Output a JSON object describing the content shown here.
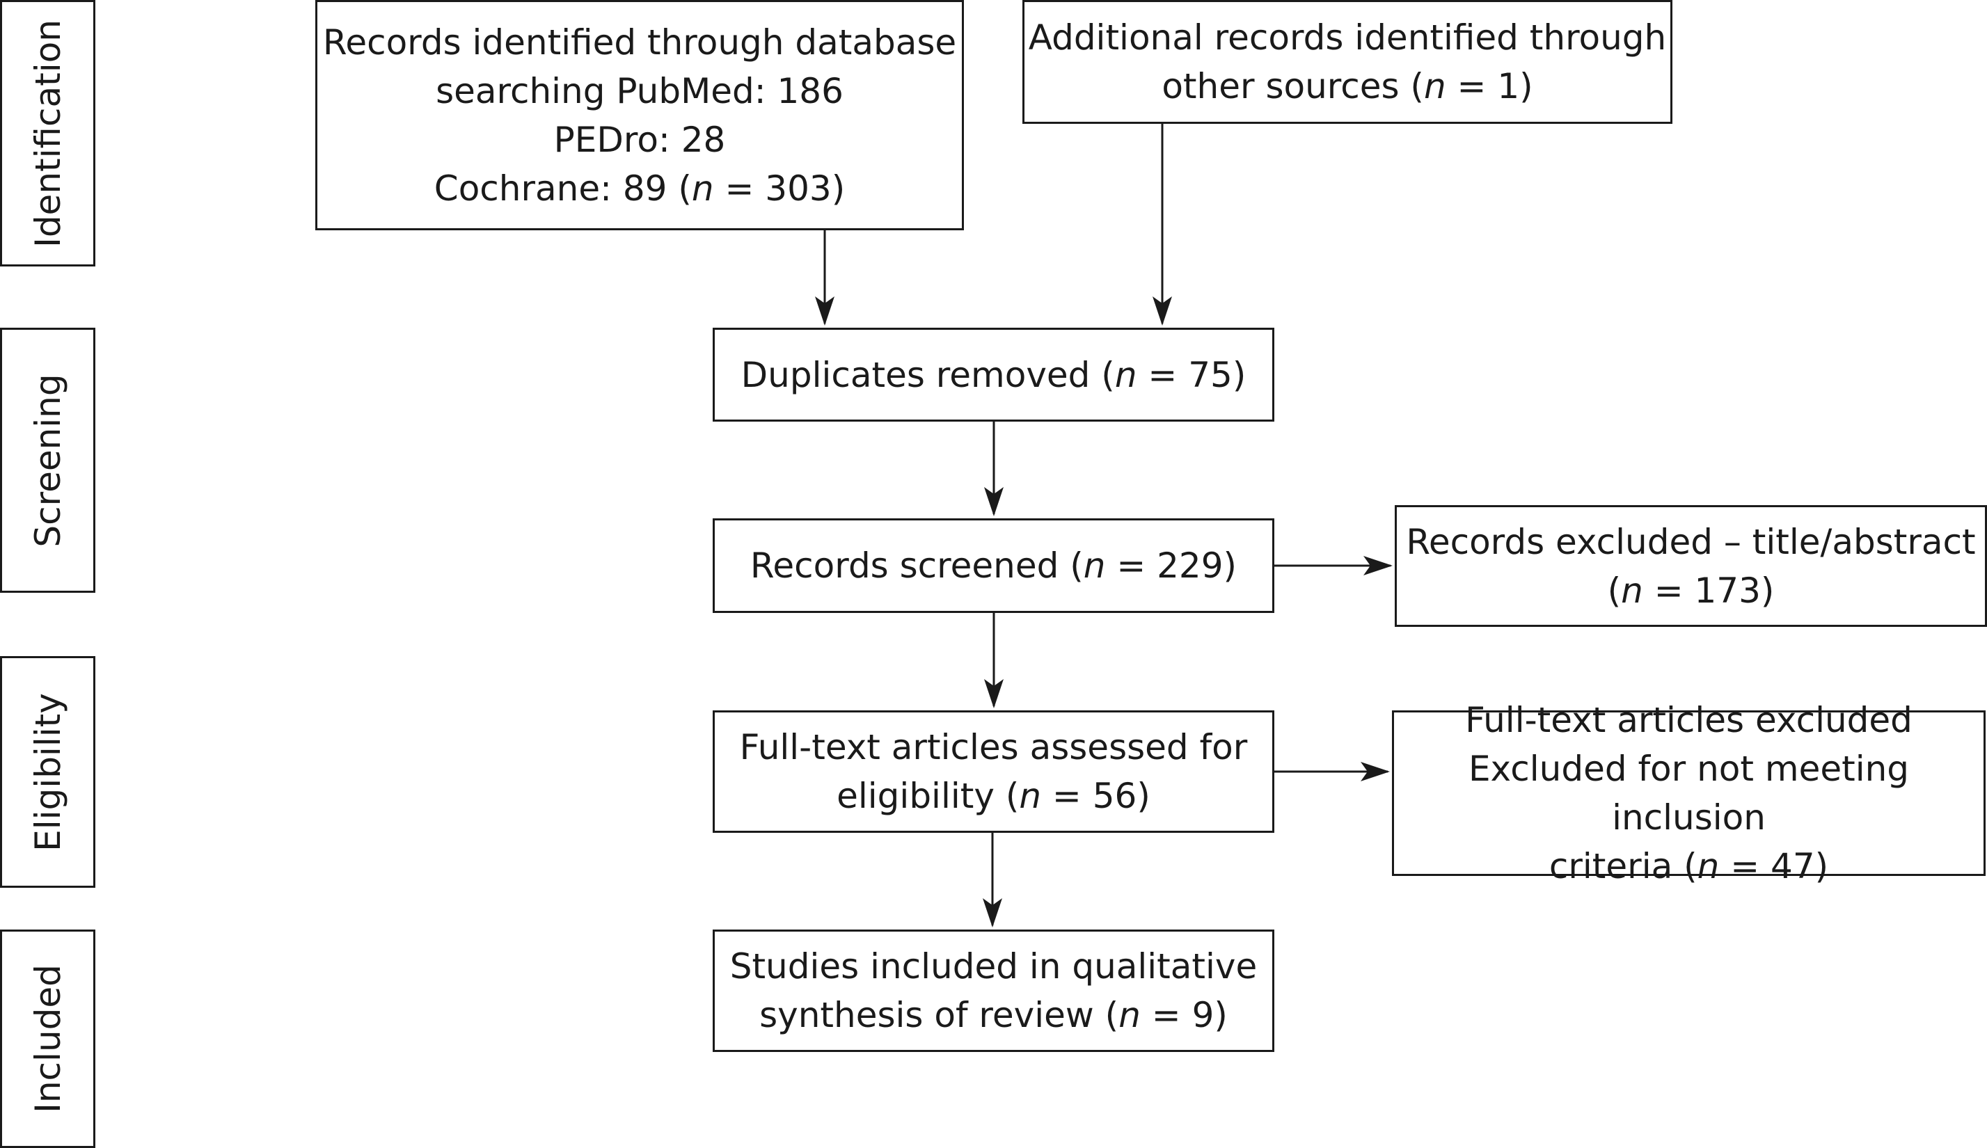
{
  "stages": [
    {
      "id": "identification",
      "label": "Identification"
    },
    {
      "id": "screening",
      "label": "Screening"
    },
    {
      "id": "eligibility",
      "label": "Eligibility"
    },
    {
      "id": "included",
      "label": "Included"
    }
  ],
  "boxes": {
    "database_search": {
      "line1": "Records identified through database",
      "line2": "searching PubMed: 186",
      "line3": "PEDro: 28",
      "line4_prefix": "Cochrane: 89 (",
      "line4_n": "n",
      "line4_suffix": " = 303)"
    },
    "other_sources": {
      "line1": "Additional records identified through",
      "line2_prefix": "other sources (",
      "line2_n": "n",
      "line2_suffix": " = 1)"
    },
    "duplicates_removed": {
      "line1_prefix": "Duplicates removed (",
      "line1_n": "n",
      "line1_suffix": " = 75)"
    },
    "records_screened": {
      "line1_prefix": "Records screened (",
      "line1_n": "n",
      "line1_suffix": " = 229)"
    },
    "records_excluded": {
      "line1": "Records excluded – title/abstract",
      "line2_prefix": "(",
      "line2_n": "n",
      "line2_suffix": " = 173)"
    },
    "fulltext_assessed": {
      "line1": "Full-text articles assessed for",
      "line2_prefix": "eligibility (",
      "line2_n": "n",
      "line2_suffix": " = 56)"
    },
    "fulltext_excluded": {
      "line1": "Full-text articles excluded",
      "line2": "Excluded for not meeting inclusion",
      "line3_prefix": "criteria (",
      "line3_n": "n",
      "line3_suffix": " = 47)"
    },
    "studies_included": {
      "line1": "Studies included in qualitative",
      "line2_prefix": "synthesis of review (",
      "line2_n": "n",
      "line2_suffix": " = 9)"
    }
  }
}
